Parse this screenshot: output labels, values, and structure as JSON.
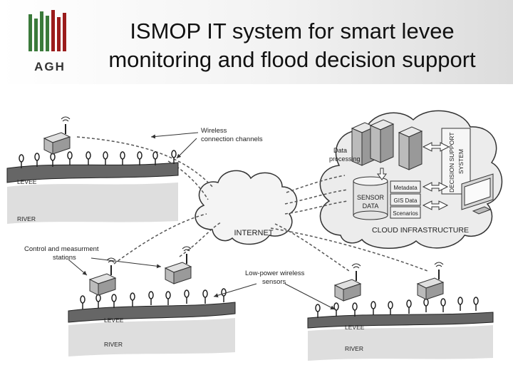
{
  "header": {
    "logo_text": "AGH",
    "title_line1": "ISMOP IT system for smart levee",
    "title_line2": "monitoring and flood decision support",
    "logo_colors": {
      "green": "#3a7a3a",
      "red": "#9b1c1c",
      "gray": "#555555"
    }
  },
  "diagram": {
    "labels": {
      "wireless": [
        "Wireless",
        "connection channels"
      ],
      "control": [
        "Control and measurment",
        "stations"
      ],
      "low_power": [
        "Low-power wireless",
        "sensors"
      ],
      "internet": "INTERNET",
      "data_processing": [
        "Data",
        "processing"
      ],
      "sensor_data": [
        "SENSOR",
        "DATA"
      ],
      "metadata": "Metadata",
      "gis_data": "GIS Data",
      "scenarios": "Scenarios",
      "cloud_infra": "CLOUD INFRASTRUCTURE",
      "dss": [
        "DECISION SUPPORT",
        "SYSTEM"
      ],
      "levee": "LEVEE",
      "river": "RIVER"
    }
  }
}
